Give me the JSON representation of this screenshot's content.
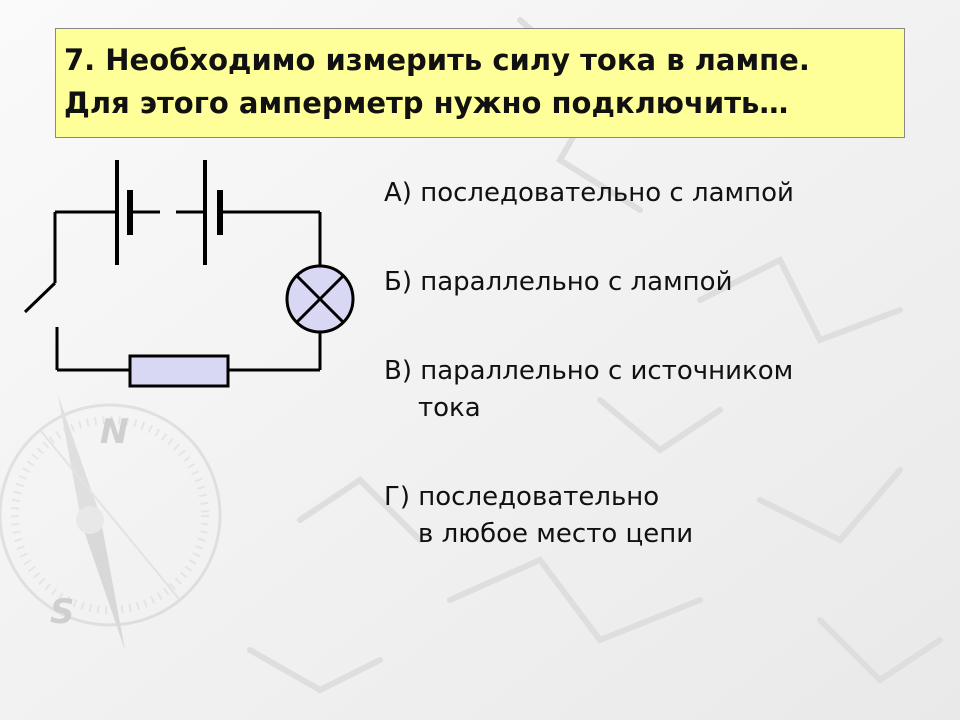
{
  "question": {
    "line1": "7. Необходимо измерить силу тока в лампе.",
    "line2": "Для этого амперметр нужно подключить…"
  },
  "answers": [
    {
      "line1": "А) последовательно с лампой",
      "line2": ""
    },
    {
      "line1": "Б) параллельно с лампой",
      "line2": ""
    },
    {
      "line1": "В) параллельно с источником",
      "line2": "тока"
    },
    {
      "line1": "Г) последовательно",
      "line2": "в любое место цепи"
    }
  ],
  "compass": {
    "north": "N",
    "south": "S"
  },
  "colors": {
    "question_bg": "#ffff99",
    "lamp_fill": "#d8d8f4",
    "resistor_fill": "#d8d8f4",
    "wire": "#000000"
  }
}
